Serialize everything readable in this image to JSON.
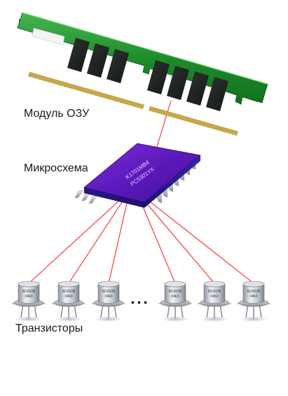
{
  "labels": {
    "ram": "Модуль ОЗУ",
    "chip": "Микросхема",
    "transistors": "Транзисторы"
  },
  "chip_marking": [
    "K1701MB4",
    "PC5301YX"
  ],
  "transistor_marking": [
    "KD202B",
    "0463"
  ],
  "ellipsis": "...",
  "colors": {
    "pcb": "#1e8c2a",
    "pcb_light": "#52c15a",
    "pcb_dark": "#0f5e17",
    "ram_chip": "#1f2321",
    "gold_contacts": "#b99a3a",
    "chip_body": "#5a18b8",
    "chip_side": "#2b1a8c",
    "chip_pins": "#c9ccd3",
    "transistor_metal": "#b5bbc4",
    "wire": "#ff2a2a"
  },
  "icons": {
    "ram": "ram-module-icon",
    "chip": "microchip-icon",
    "transistor": "transistor-icon"
  }
}
